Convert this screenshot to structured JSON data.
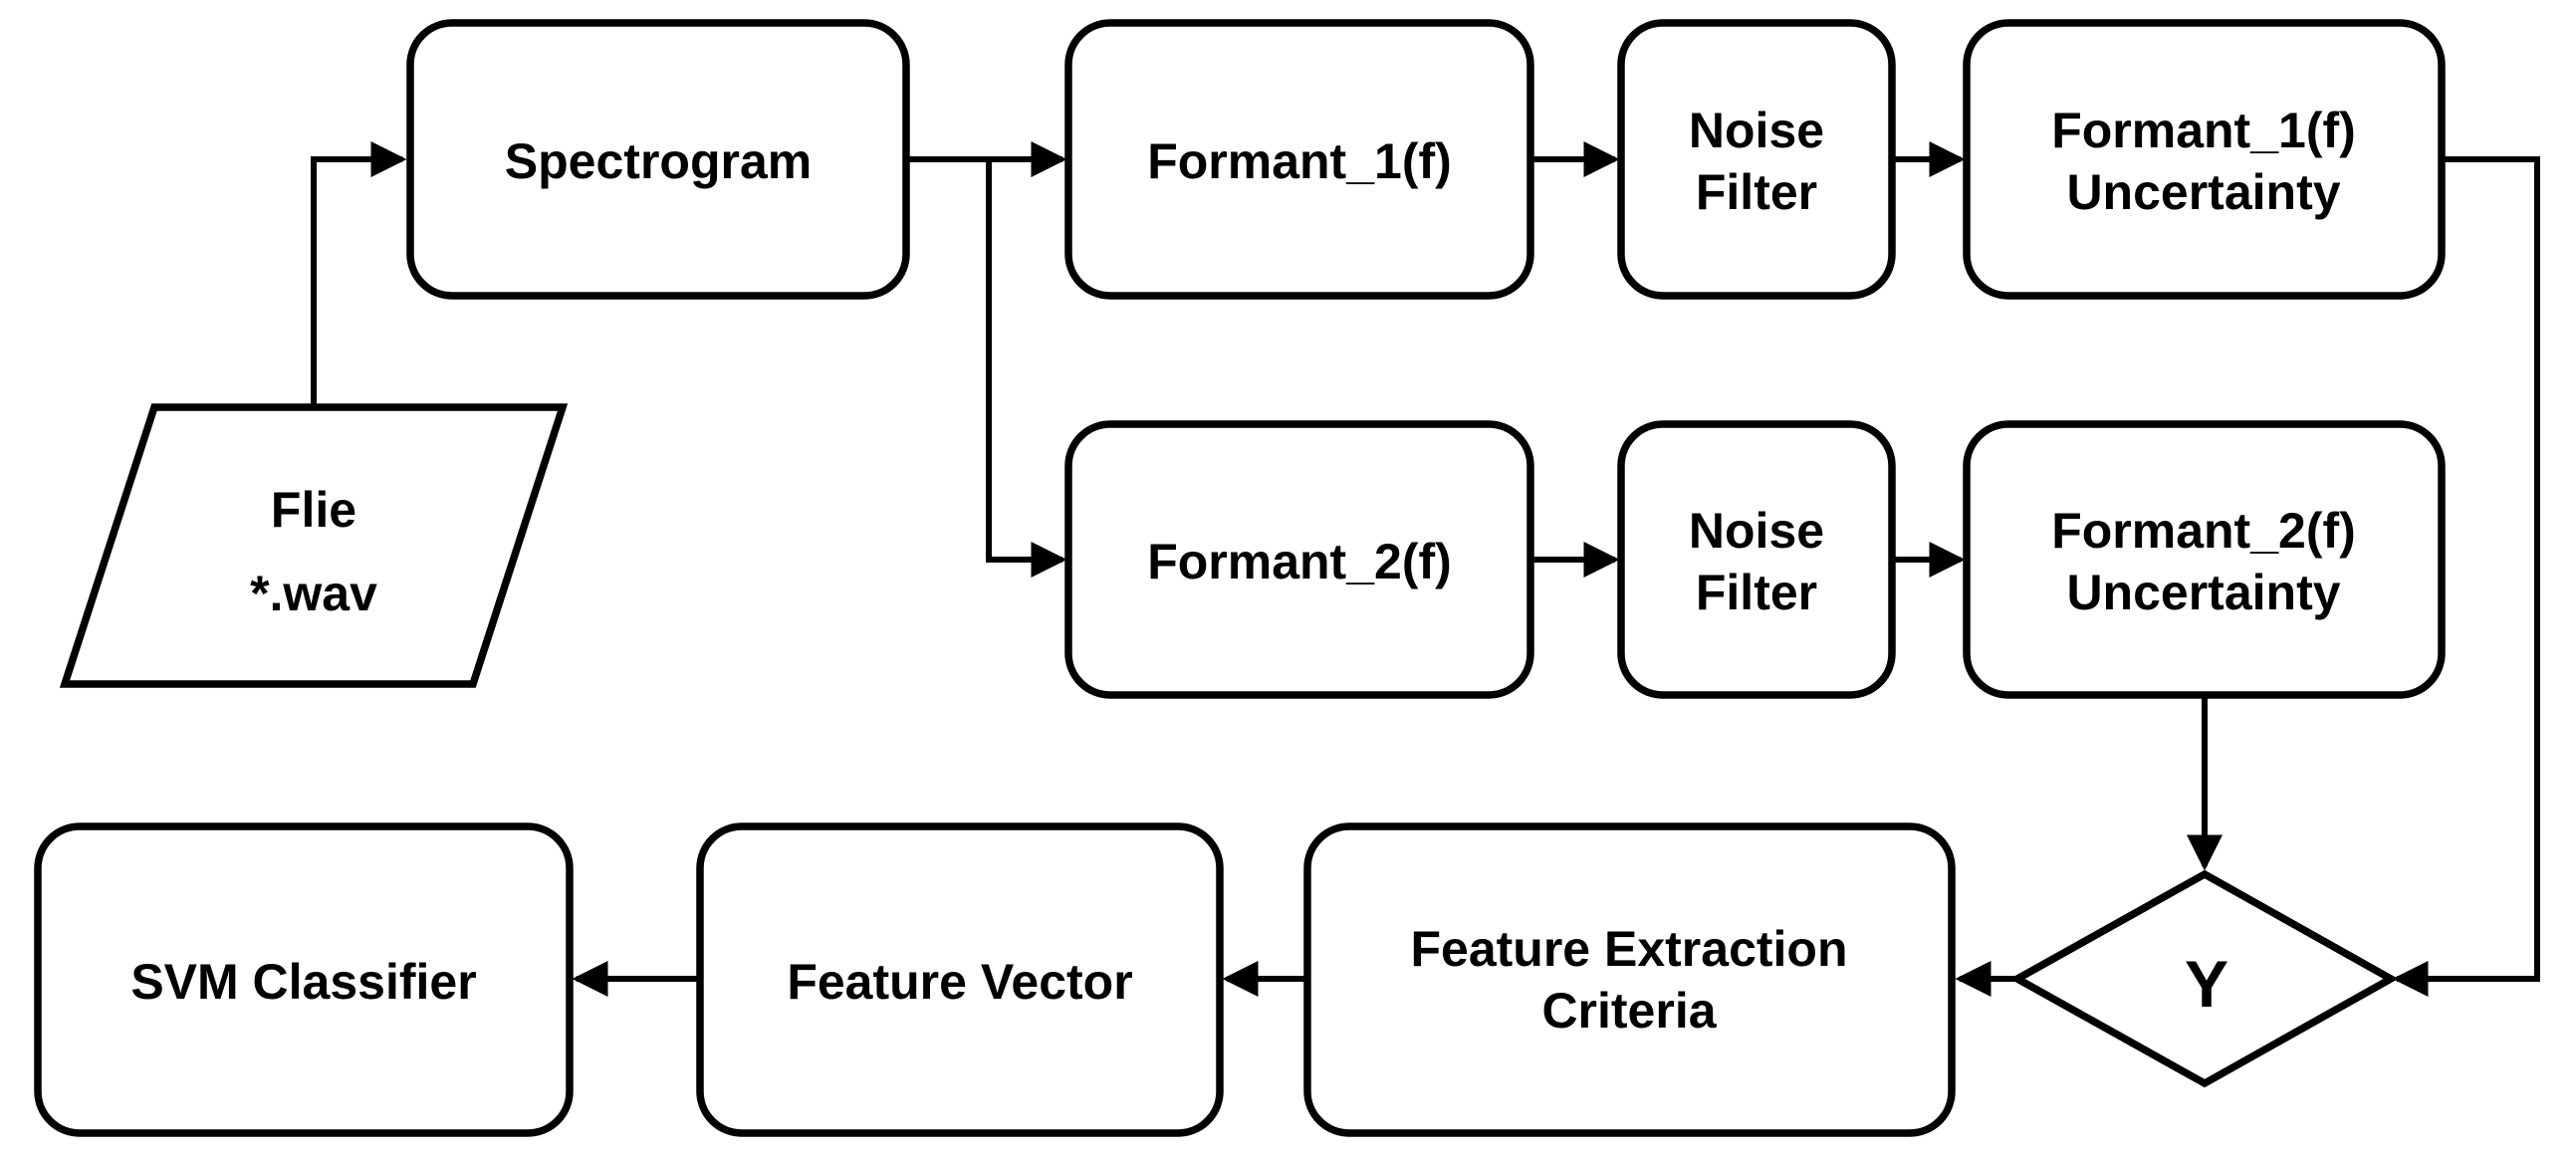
{
  "diagram": {
    "type": "flowchart",
    "background_color": "#ffffff",
    "line_color": "#000000",
    "shape_fill_color": "#ffffff",
    "nodes": {
      "file_input": {
        "shape": "parallelogram",
        "line1": "Flie",
        "line2": "*.wav"
      },
      "spectrogram": {
        "shape": "rounded-rect",
        "label": "Spectrogram"
      },
      "formant_1": {
        "shape": "rounded-rect",
        "label": "Formant_1(f)"
      },
      "noise_filter_1": {
        "shape": "rounded-rect",
        "line1": "Noise",
        "line2": "Filter"
      },
      "formant_1_uncertainty": {
        "shape": "rounded-rect",
        "line1": "Formant_1(f)",
        "line2": "Uncertainty"
      },
      "formant_2": {
        "shape": "rounded-rect",
        "label": "Formant_2(f)"
      },
      "noise_filter_2": {
        "shape": "rounded-rect",
        "line1": "Noise",
        "line2": "Filter"
      },
      "formant_2_uncertainty": {
        "shape": "rounded-rect",
        "line1": "Formant_2(f)",
        "line2": "Uncertainty"
      },
      "decision": {
        "shape": "diamond",
        "label": "Y"
      },
      "feature_extraction_criteria": {
        "shape": "rounded-rect",
        "line1": "Feature Extraction",
        "line2": "Criteria"
      },
      "feature_vector": {
        "shape": "rounded-rect",
        "label": "Feature Vector"
      },
      "svm_classifier": {
        "shape": "rounded-rect",
        "label": "SVM Classifier"
      }
    },
    "edges": [
      {
        "from": "file_input",
        "to": "spectrogram"
      },
      {
        "from": "spectrogram",
        "to": "formant_1"
      },
      {
        "from": "spectrogram",
        "to": "formant_2"
      },
      {
        "from": "formant_1",
        "to": "noise_filter_1"
      },
      {
        "from": "noise_filter_1",
        "to": "formant_1_uncertainty"
      },
      {
        "from": "formant_1_uncertainty",
        "to": "decision"
      },
      {
        "from": "formant_2",
        "to": "noise_filter_2"
      },
      {
        "from": "noise_filter_2",
        "to": "formant_2_uncertainty"
      },
      {
        "from": "formant_2_uncertainty",
        "to": "decision"
      },
      {
        "from": "decision",
        "to": "feature_extraction_criteria"
      },
      {
        "from": "feature_extraction_criteria",
        "to": "feature_vector"
      },
      {
        "from": "feature_vector",
        "to": "svm_classifier"
      }
    ]
  }
}
